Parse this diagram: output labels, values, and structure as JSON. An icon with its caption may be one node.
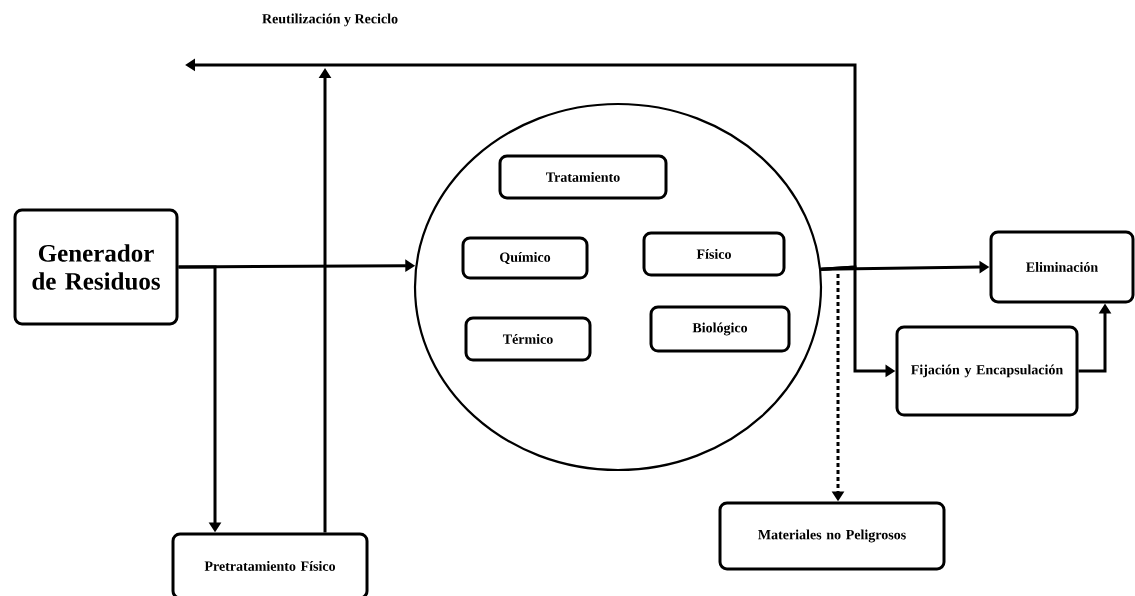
{
  "diagram": {
    "nodes": [
      {
        "text": [
          "Generador de Residuos"
        ]
      },
      {
        "text": [],
        "shape": "circle"
      },
      {
        "text": [
          "Tratamiento"
        ],
        "in": 1
      },
      {
        "text": [
          "Químico"
        ],
        "in": 1
      },
      {
        "text": [
          "Físico"
        ],
        "in": 1
      },
      {
        "text": [
          "Térmico"
        ],
        "in": 1
      },
      {
        "text": [
          "Biológico"
        ],
        "in": 1
      },
      {
        "text": [
          "Eliminación"
        ]
      },
      {
        "text": [
          "Fijación y Encapsulación"
        ]
      },
      {
        "text": [
          "Materiales no Peligrosos"
        ]
      },
      {
        "text": [
          "Pretratamiento Físico"
        ]
      }
    ],
    "edges": [
      {
        "from": 0,
        "to": 1,
        "arrow": "to"
      },
      {
        "from": 0,
        "to": 10,
        "arrow": "to"
      },
      {
        "from": 10,
        "to": null,
        "arrow": "to"
      },
      {
        "from": 1,
        "to": null,
        "arrow": "to",
        "label": "Reutilización y Reciclo"
      },
      {
        "from": 1,
        "to": 7,
        "arrow": "to"
      },
      {
        "from": 1,
        "to": 8,
        "arrow": "to"
      },
      {
        "from": 1,
        "to": 9,
        "arrow": "to",
        "style": "dashed"
      },
      {
        "from": 8,
        "to": 7,
        "arrow": "to"
      }
    ]
  }
}
